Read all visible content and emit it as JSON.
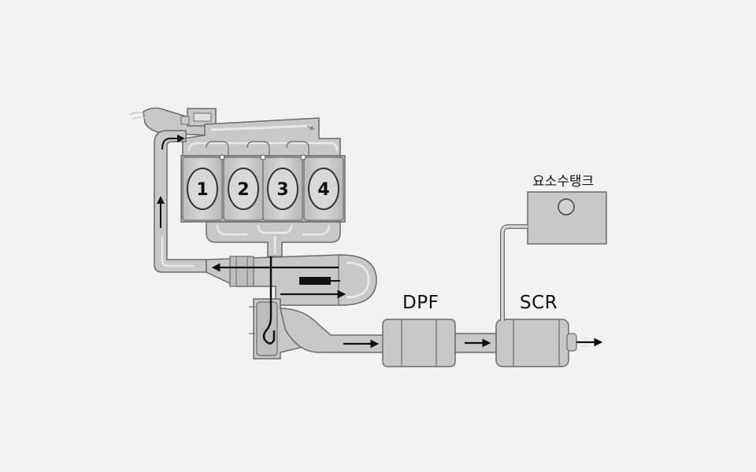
{
  "cylinders": [
    "1",
    "2",
    "3",
    "4"
  ],
  "labels": {
    "dpf": "DPF",
    "scr": "SCR",
    "urea_tank": "요소수탱크"
  },
  "colors": {
    "background": "#f2f2f2",
    "component_fill": "#c8c8c8",
    "outline": "#6b6b6b",
    "flow_arrow": "#111111",
    "exhaust_light": "#e6e6e6"
  }
}
